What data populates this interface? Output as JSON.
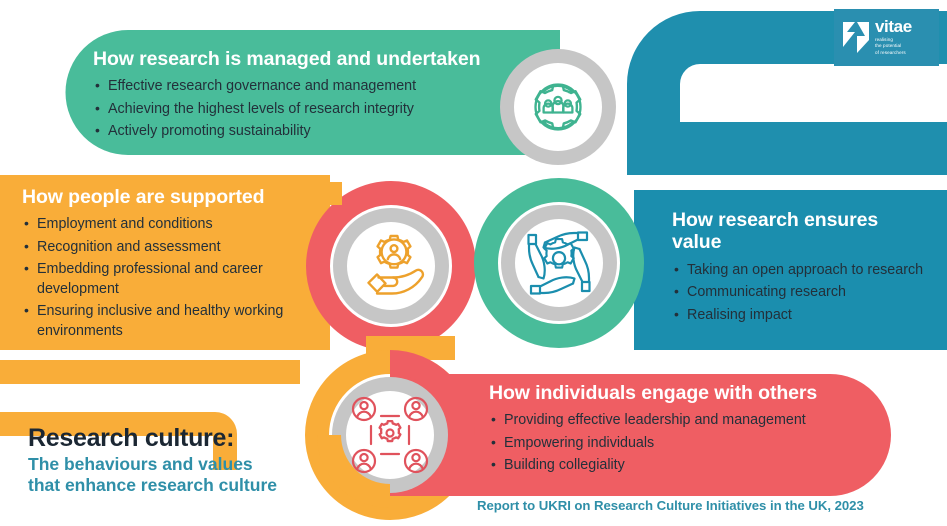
{
  "logo": {
    "wordmark": "vitae",
    "tagline_line1": "realising",
    "tagline_line2": "the potential",
    "tagline_line3": "of researchers",
    "background_color": "#2a8fb0",
    "mark_name": "vitae-v-mark"
  },
  "panels": [
    {
      "id": "managed",
      "title": "How research is managed and undertaken",
      "color": "#49bc9a",
      "icon_name": "gear-people-cycle-icon",
      "icon_color": "#3fb390",
      "items": [
        "Effective research governance and management",
        "Achieving the highest levels of research integrity",
        "Actively promoting sustainability"
      ]
    },
    {
      "id": "people",
      "title": "How people are supported",
      "color": "#f9ad39",
      "icon_name": "hand-holding-gear-person-icon",
      "icon_color": "#eda12c",
      "items": [
        "Employment and conditions",
        "Recognition and assessment",
        "Embedding professional and career development",
        "Ensuring inclusive and healthy working environments"
      ]
    },
    {
      "id": "value",
      "title": "How research ensures value",
      "color": "#1b8eae",
      "icon_name": "four-hands-gear-icon",
      "icon_color": "#1b8eae",
      "items": [
        "Taking an open approach to research",
        "Communicating research",
        "Realising impact"
      ]
    },
    {
      "id": "engage",
      "title": "How individuals engage with others",
      "color": "#ef5e63",
      "icon_name": "people-network-gear-icon",
      "icon_color": "#e0525c",
      "items": [
        "Providing effective leadership and management",
        "Empowering individuals",
        "Building collegiality"
      ]
    }
  ],
  "culture": {
    "heading": "Research culture:",
    "subheading_line1": "The behaviours and values",
    "subheading_line2": "that enhance research culture",
    "heading_color": "#1b2733",
    "subheading_color": "#2f8fa8"
  },
  "footer": {
    "credit": "Report to UKRI on Research Culture Initiatives in the UK, 2023",
    "color": "#2f8fa8"
  },
  "palette": {
    "green": "#49bc9a",
    "orange": "#f9ad39",
    "teal": "#1b8eae",
    "coral": "#ef5e63",
    "grey_ring": "#c6c6c6",
    "white": "#ffffff",
    "body_text": "#23303a"
  }
}
